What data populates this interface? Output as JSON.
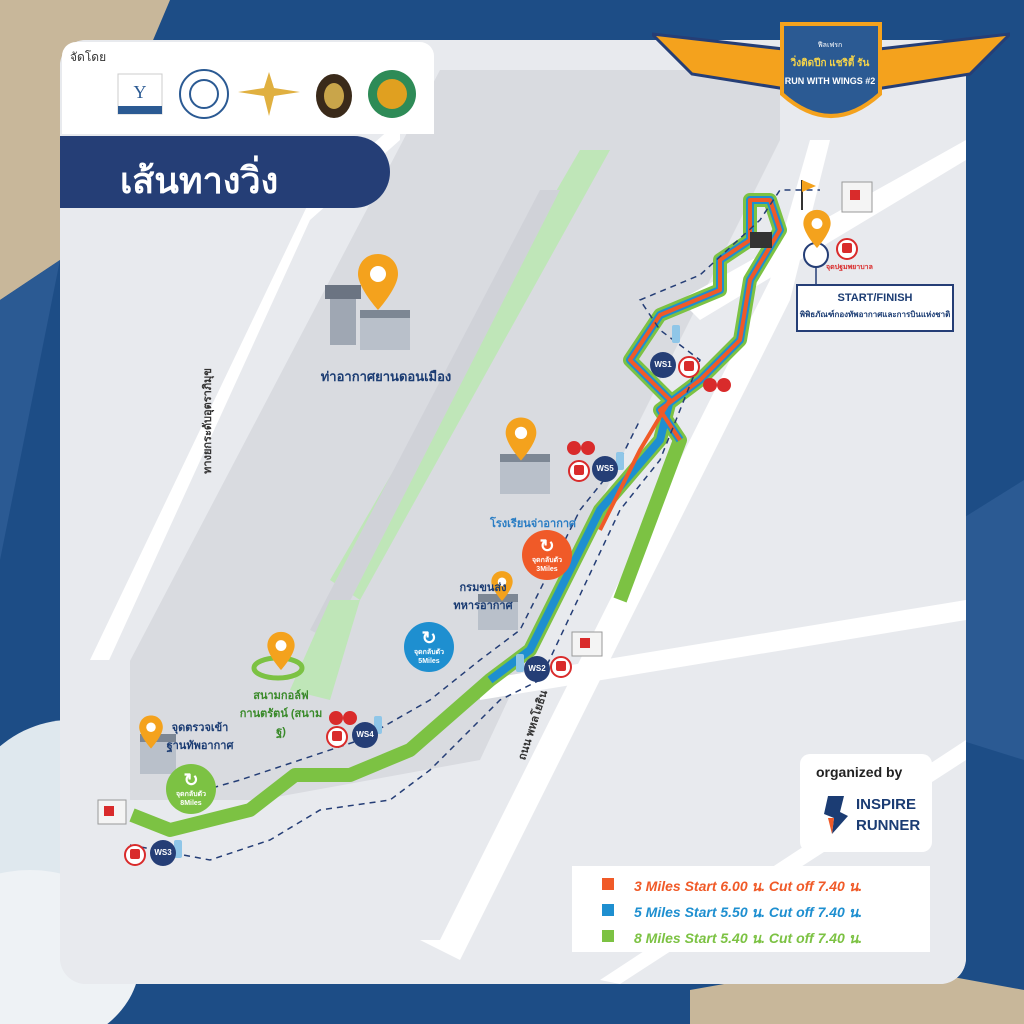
{
  "map": {
    "title": "เส้นทางวิ่ง",
    "organizers_label": "จัดโดย",
    "event_badge": {
      "line1": "วิ่งติดปีก แชริตี้ รัน",
      "line2": "RUN WITH WINGS #2",
      "small": "ฟีลเฟรก"
    },
    "start_finish": {
      "title": "START/FINISH",
      "subtitle": "พิพิธภัณฑ์กองทัพอากาศและการบินแห่งชาติ"
    },
    "places": [
      {
        "id": "airport",
        "label": "ท่าอากาศยานดอนเมือง"
      },
      {
        "id": "school",
        "label": "โรงเรียนจ่าอากาศ"
      },
      {
        "id": "transport",
        "label": "กรมขนส่ง\nทหารอากาศ"
      },
      {
        "id": "golf",
        "label": "สนามกอล์ฟ\nกานตรัตน์ (สนามฐ)"
      },
      {
        "id": "checkpoint",
        "label": "จุดตรวจเข้า\nฐานทัพอากาศ"
      }
    ],
    "roads": [
      {
        "id": "tollway",
        "label": "ทางยกระดับอุตราภิมุข"
      },
      {
        "id": "phahonyothin",
        "label": "ถนน พหลโยธิน"
      }
    ],
    "water_stations": [
      "WS1",
      "WS2",
      "WS3",
      "WS4",
      "WS5"
    ],
    "u_turns": [
      {
        "label": "จุดกลับตัว",
        "distance": "3Miles",
        "color": "#f05a28"
      },
      {
        "label": "จุดกลับตัว",
        "distance": "5Miles",
        "color": "#1e8fd0"
      },
      {
        "label": "จุดกลับตัว",
        "distance": "8Miles",
        "color": "#7cc243"
      }
    ],
    "medical_label": "จุดปฐมพยาบาล",
    "organized_by": {
      "label": "organized by",
      "brand_line1": "INSPIRE",
      "brand_line2": "RUNNER"
    },
    "legend": [
      {
        "text": "3 Miles Start 6.00 น. Cut off 7.40 น.",
        "color": "#f05a28"
      },
      {
        "text": "5 Miles Start 5.50 น. Cut off 7.40 น.",
        "color": "#1e8fd0"
      },
      {
        "text": "8 Miles Start 5.40 น. Cut off 7.40 น.",
        "color": "#7cc243"
      }
    ],
    "colors": {
      "navy": "#253e76",
      "route_3": "#f05a28",
      "route_5": "#1e8fd0",
      "route_8": "#7cc243",
      "pin": "#f4a21d",
      "runway": "#bfe6b8"
    },
    "icons": [
      "location-pin-icon",
      "first-aid-icon",
      "motorbike-icon",
      "ambulance-icon",
      "water-bottle-icon",
      "u-turn-icon",
      "flag-icon",
      "plane-icon"
    ]
  }
}
